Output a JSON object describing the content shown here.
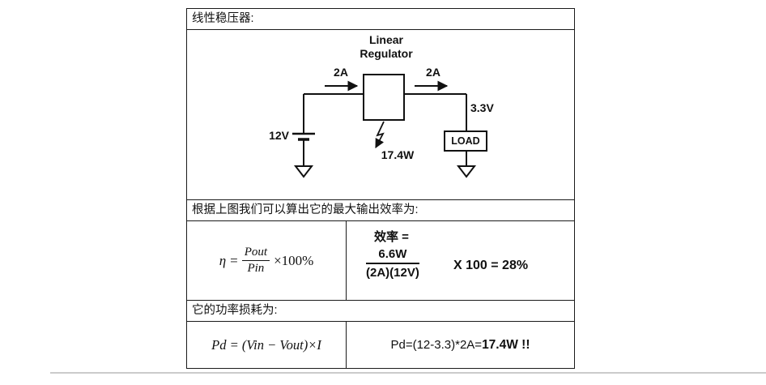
{
  "panel": {
    "title": "线性稳压器:",
    "captions": {
      "efficiency": "根据上图我们可以算出它的最大输出效率为:",
      "loss": "它的功率损耗为:"
    },
    "diagram": {
      "regulator_label_1": "Linear",
      "regulator_label_2": "Regulator",
      "input_current": "2A",
      "output_current": "2A",
      "output_voltage": "3.3V",
      "input_voltage": "12V",
      "load": "LOAD",
      "dissipation": "17.4W"
    },
    "efficiency_formula": {
      "eta": "η",
      "equals": "=",
      "numerator": "Pout",
      "denominator": "Pin",
      "suffix": "×100%"
    },
    "efficiency_calc": {
      "label": "效率 =",
      "numerator": "6.6W",
      "denominator": "(2A)(12V)",
      "result": "X 100 = 28%"
    },
    "loss_formula": {
      "text": "Pd = (Vin − Vout)×I"
    },
    "loss_calc": {
      "prefix": "Pd=(12-3.3)*2A=",
      "result": "17.4W !!"
    }
  },
  "colors": {
    "line": "#1a1a1a",
    "divider": "#cbcbcb"
  }
}
